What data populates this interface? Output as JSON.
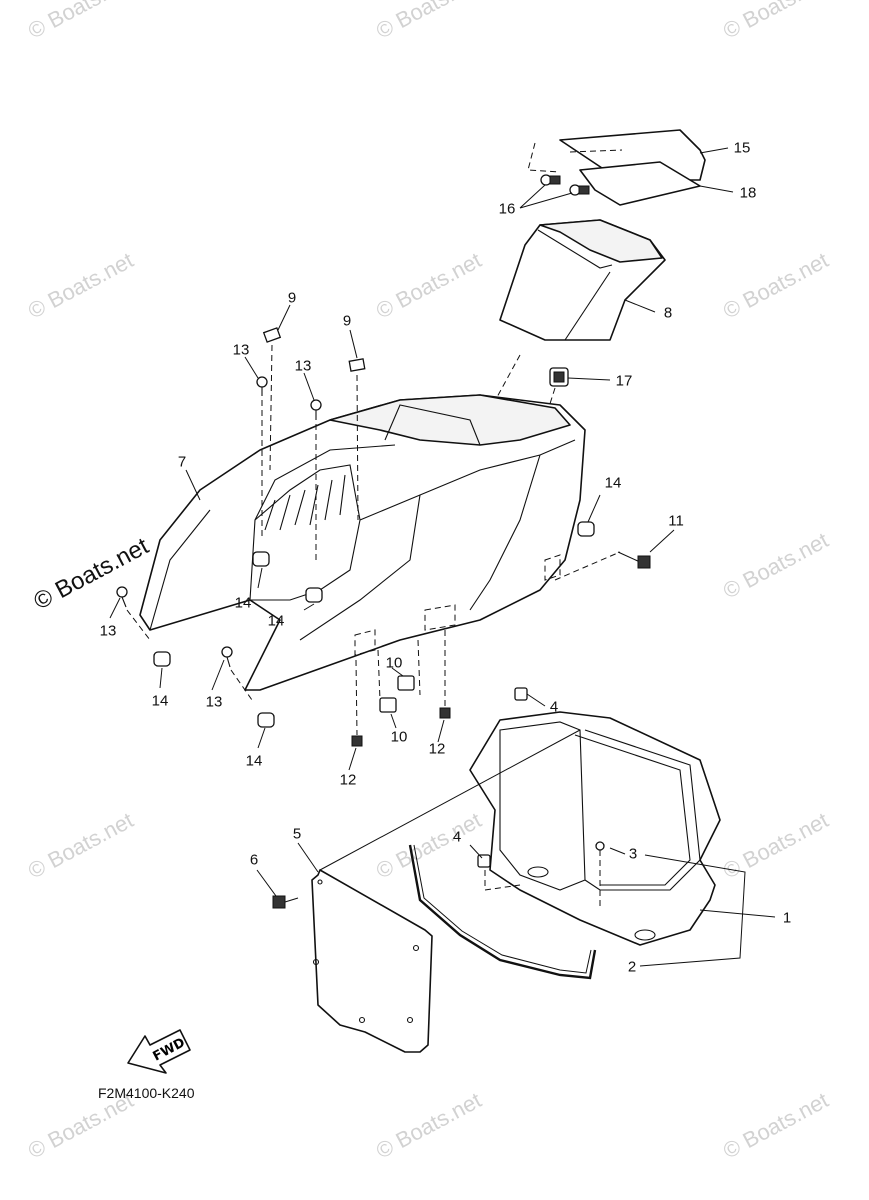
{
  "watermark": {
    "text": "© Boats.net"
  },
  "diagram_code": "F2M4100-K240",
  "fwd_label": "FWD",
  "callouts": {
    "c1": "1",
    "c2": "2",
    "c3": "3",
    "c4a": "4",
    "c4b": "4",
    "c5": "5",
    "c6": "6",
    "c7": "7",
    "c8": "8",
    "c9a": "9",
    "c9b": "9",
    "c10a": "10",
    "c10b": "10",
    "c11": "11",
    "c12a": "12",
    "c12b": "12",
    "c13a": "13",
    "c13b": "13",
    "c13c": "13",
    "c13d": "13",
    "c14a": "14",
    "c14b": "14",
    "c14c": "14",
    "c14d": "14",
    "c14e": "14",
    "c15": "15",
    "c16": "16",
    "c17": "17",
    "c18": "18"
  }
}
